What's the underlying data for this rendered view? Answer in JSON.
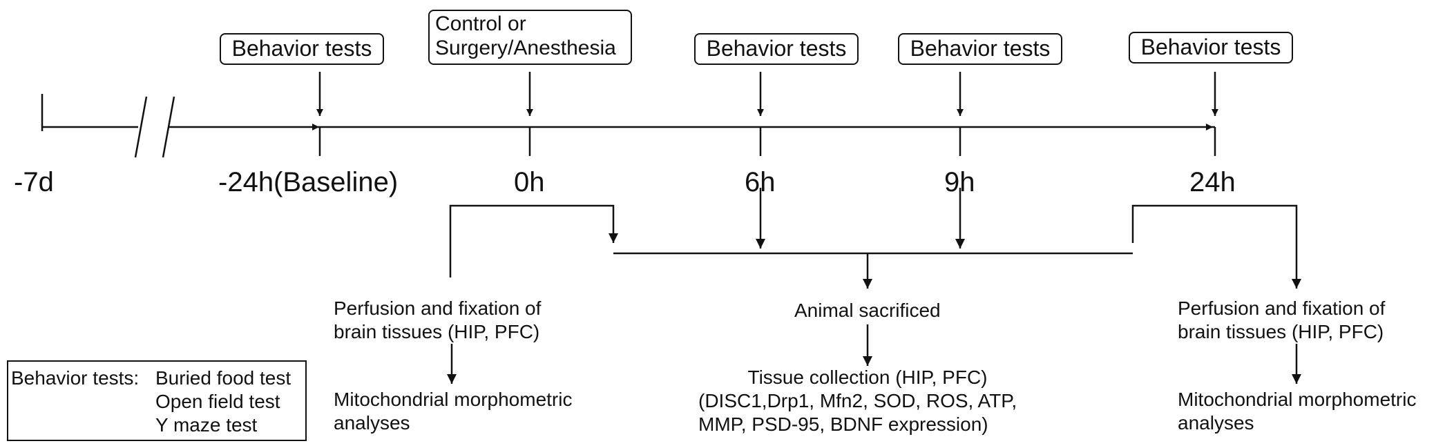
{
  "top_events": [
    {
      "id": "e1",
      "label": "Behavior tests"
    },
    {
      "id": "e2",
      "label_line1": "Control or",
      "label_line2": "Surgery/Anesthesia"
    },
    {
      "id": "e3",
      "label": "Behavior tests"
    },
    {
      "id": "e4",
      "label": "Behavior tests"
    },
    {
      "id": "e5",
      "label": "Behavior tests"
    }
  ],
  "timeline_ticks": [
    "-7d",
    "-24h(Baseline)",
    "0h",
    "6h",
    "9h",
    "24h"
  ],
  "left_branch": {
    "step1_line1": "Perfusion and fixation of",
    "step1_line2": "brain tissues (HIP, PFC)",
    "step2_line1": "Mitochondrial morphometric",
    "step2_line2": "analyses"
  },
  "middle_branch": {
    "step1": "Animal sacrificed",
    "step2_line1": "Tissue collection (HIP, PFC)",
    "step2_line2": "(DISC1,Drp1, Mfn2, SOD, ROS, ATP,",
    "step2_line3": "MMP, PSD-95, BDNF expression)"
  },
  "right_branch": {
    "step1_line1": "Perfusion and fixation of",
    "step1_line2": "brain tissues (HIP, PFC)",
    "step2_line1": "Mitochondrial morphometric",
    "step2_line2": "analyses"
  },
  "legend": {
    "heading": "Behavior tests:",
    "items": [
      "Buried food test",
      "Open field test",
      "Y maze test"
    ]
  }
}
